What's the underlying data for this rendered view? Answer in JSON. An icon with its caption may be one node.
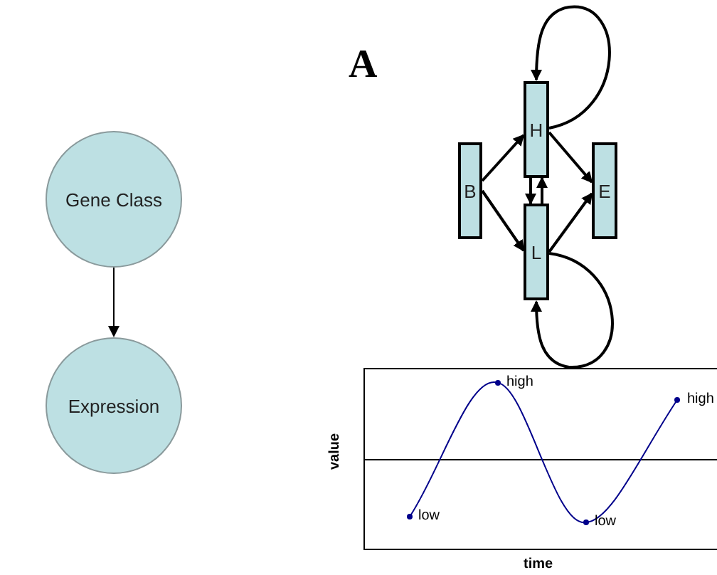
{
  "diagram": {
    "nodes": [
      {
        "text": [
          "Gene Class"
        ]
      },
      {
        "text": [
          "Expression"
        ]
      },
      {
        "text": [
          "H"
        ]
      },
      {
        "text": [
          "B"
        ]
      },
      {
        "text": [
          "E"
        ]
      },
      {
        "text": [
          "L"
        ]
      }
    ],
    "edges": [
      {
        "from": 0,
        "to": 1,
        "arrow": "to"
      },
      {
        "from": 2,
        "to": 2,
        "arrow": "to"
      },
      {
        "from": 3,
        "to": 2,
        "arrow": "to"
      },
      {
        "from": 3,
        "to": 5,
        "arrow": "to"
      },
      {
        "from": 2,
        "to": 4,
        "arrow": "to"
      },
      {
        "from": 5,
        "to": 4,
        "arrow": "to"
      },
      {
        "from": 2,
        "to": 5,
        "arrow": "to"
      },
      {
        "from": 5,
        "to": 2,
        "arrow": "to"
      },
      {
        "from": 5,
        "to": 5,
        "arrow": "to"
      }
    ],
    "labels": [
      "A",
      "high",
      "high",
      "value",
      "low",
      "low",
      "time"
    ]
  }
}
